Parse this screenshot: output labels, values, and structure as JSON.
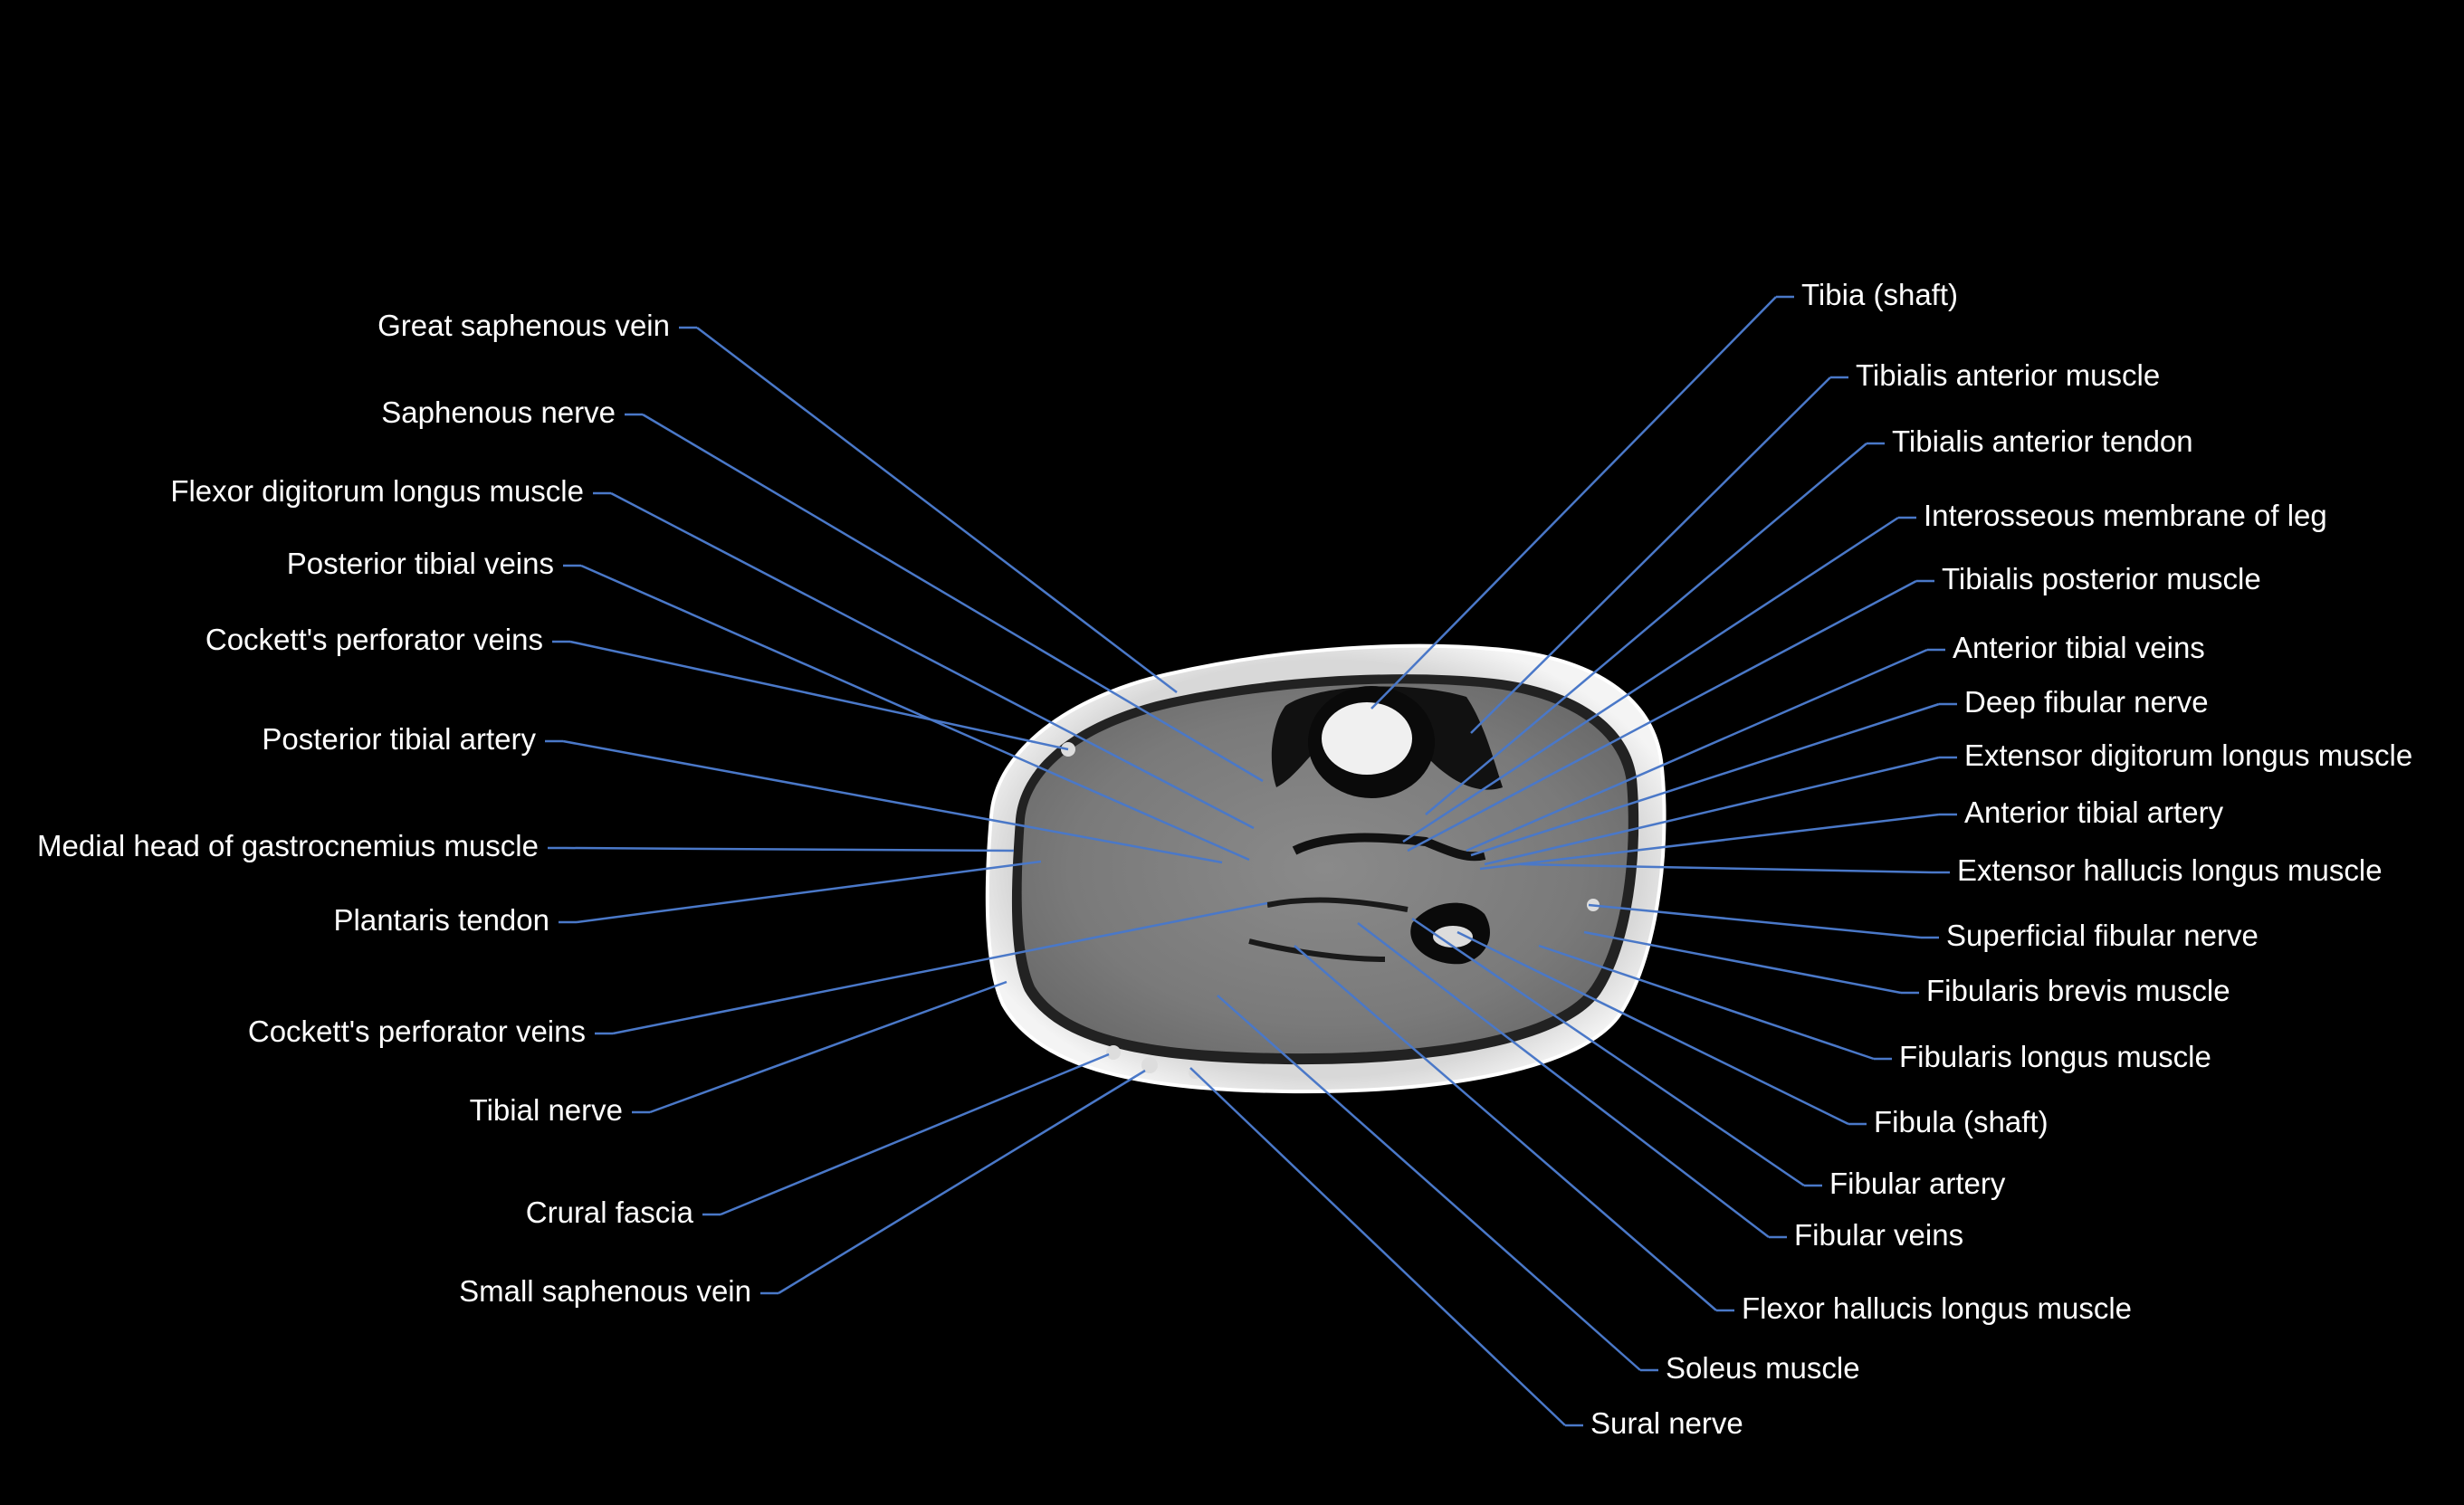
{
  "image": {
    "background": "#000000",
    "leader_color": "#4a78c8",
    "label_color": "#ffffff"
  },
  "labels_left": [
    "Great saphenous vein",
    "Saphenous nerve",
    "Flexor digitorum longus muscle",
    "Posterior tibial veins",
    "Cockett's perforator veins",
    "Posterior tibial artery",
    "Medial head of gastrocnemius muscle",
    "Plantaris tendon",
    "Cockett's perforator veins",
    "Tibial nerve",
    "Crural fascia",
    "Small saphenous vein"
  ],
  "labels_right": [
    "Tibia (shaft)",
    "Tibialis anterior muscle",
    "Tibialis anterior tendon",
    "Interosseous membrane of leg",
    "Tibialis posterior muscle",
    "Anterior tibial veins",
    "Deep fibular nerve",
    "Extensor digitorum longus muscle",
    "Anterior tibial artery",
    "Extensor hallucis longus muscle",
    "Superficial fibular nerve",
    "Fibularis brevis muscle",
    "Fibularis longus muscle",
    "Fibula (shaft)",
    "Fibular artery",
    "Fibular veins",
    "Flexor hallucis longus muscle",
    "Soleus muscle",
    "Sural nerve"
  ]
}
